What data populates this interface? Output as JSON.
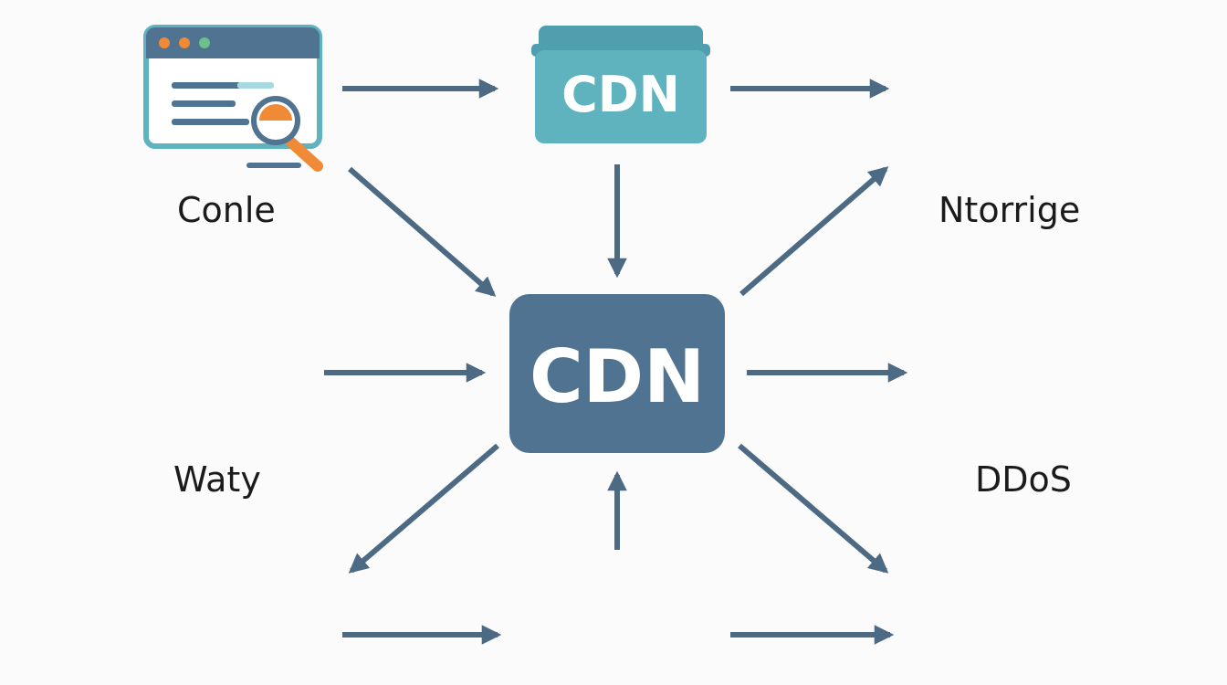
{
  "colors": {
    "arrow": "#4d6a84",
    "slate": "#4f7391",
    "teal": "#5eb3bf",
    "light_teal": "#a9d9e0",
    "orange": "#f08a36",
    "gold": "#f2b630",
    "green": "#6cc08a",
    "white": "#ffffff"
  },
  "nodes": {
    "cdn_top": {
      "label": "CDN"
    },
    "cdn_center": {
      "label": "CDN"
    },
    "conle": {
      "label": "Conle",
      "icon": "browser-search-icon"
    },
    "waty": {
      "label": "Waty",
      "icon": "browser-window-icon"
    },
    "ntorrige": {
      "label": "Ntorrige",
      "icon": "monitor-search-icon"
    },
    "ddos": {
      "label": "DDoS",
      "icon": "documents-icon"
    },
    "list_panel": {
      "icon": "checklist-icon"
    },
    "magnifier": {
      "icon": "magnifier-icon"
    },
    "dashboard": {
      "icon": "dashboard-icon"
    }
  }
}
